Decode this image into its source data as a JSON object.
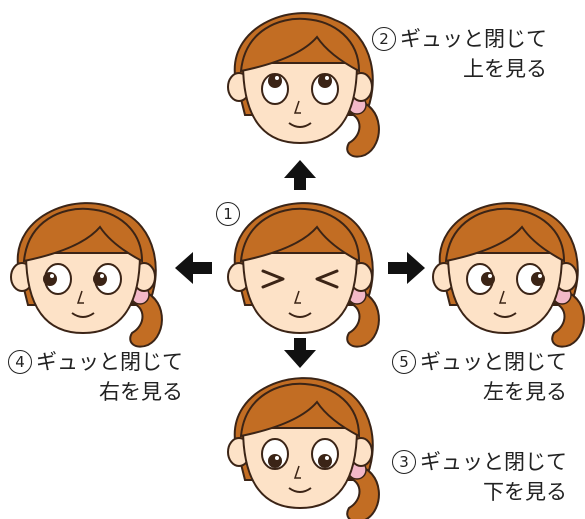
{
  "center": {
    "number": "①"
  },
  "steps": {
    "up": {
      "number": "②",
      "line1": "ギュッと閉じて",
      "line2": "上を見る"
    },
    "down": {
      "number": "③",
      "line1": "ギュッと閉じて",
      "line2": "下を見る"
    },
    "right": {
      "number": "④",
      "line1": "ギュッと閉じて",
      "line2": "右を見る"
    },
    "left": {
      "number": "⑤",
      "line1": "ギュッと閉じて",
      "line2": "左を見る"
    }
  },
  "colors": {
    "hair": "#c26d23",
    "skin": "#fde2c7",
    "outline": "#3b2416",
    "ribbon": "#f3b8c8",
    "arrow": "#111111",
    "blush": "#f6b7a6"
  }
}
